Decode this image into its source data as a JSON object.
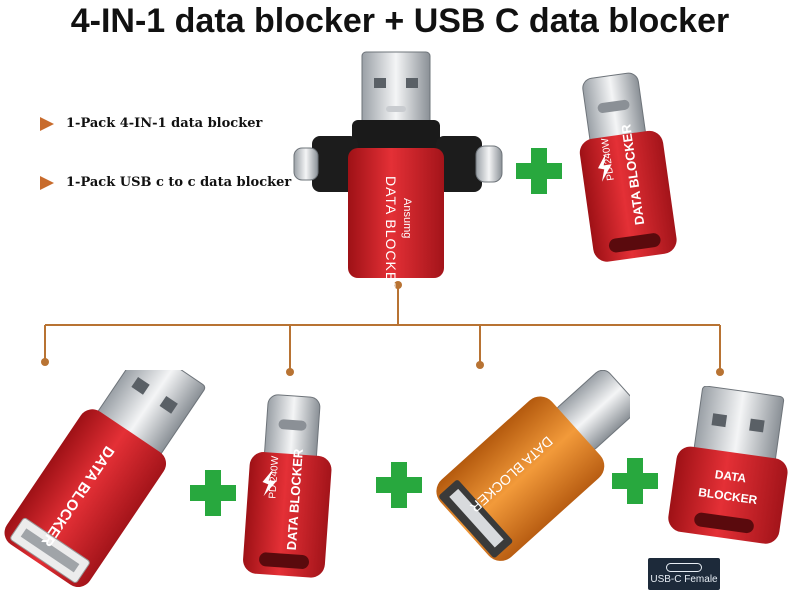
{
  "title": "4-IN-1 data blocker + USB C data blocker",
  "bullets": [
    "1-Pack 4-IN-1 data blocker",
    "1-Pack USB c to c data blocker"
  ],
  "labels": {
    "data_blocker": "DATA BLOCKER",
    "pd_240w": "PD 240W",
    "brand": "Ansumg",
    "usbc_female": "USB-C Female"
  },
  "colors": {
    "red": "#d8242a",
    "orange": "#e07a1e",
    "plus_green": "#28a83e",
    "connector_line": "#b87333"
  }
}
